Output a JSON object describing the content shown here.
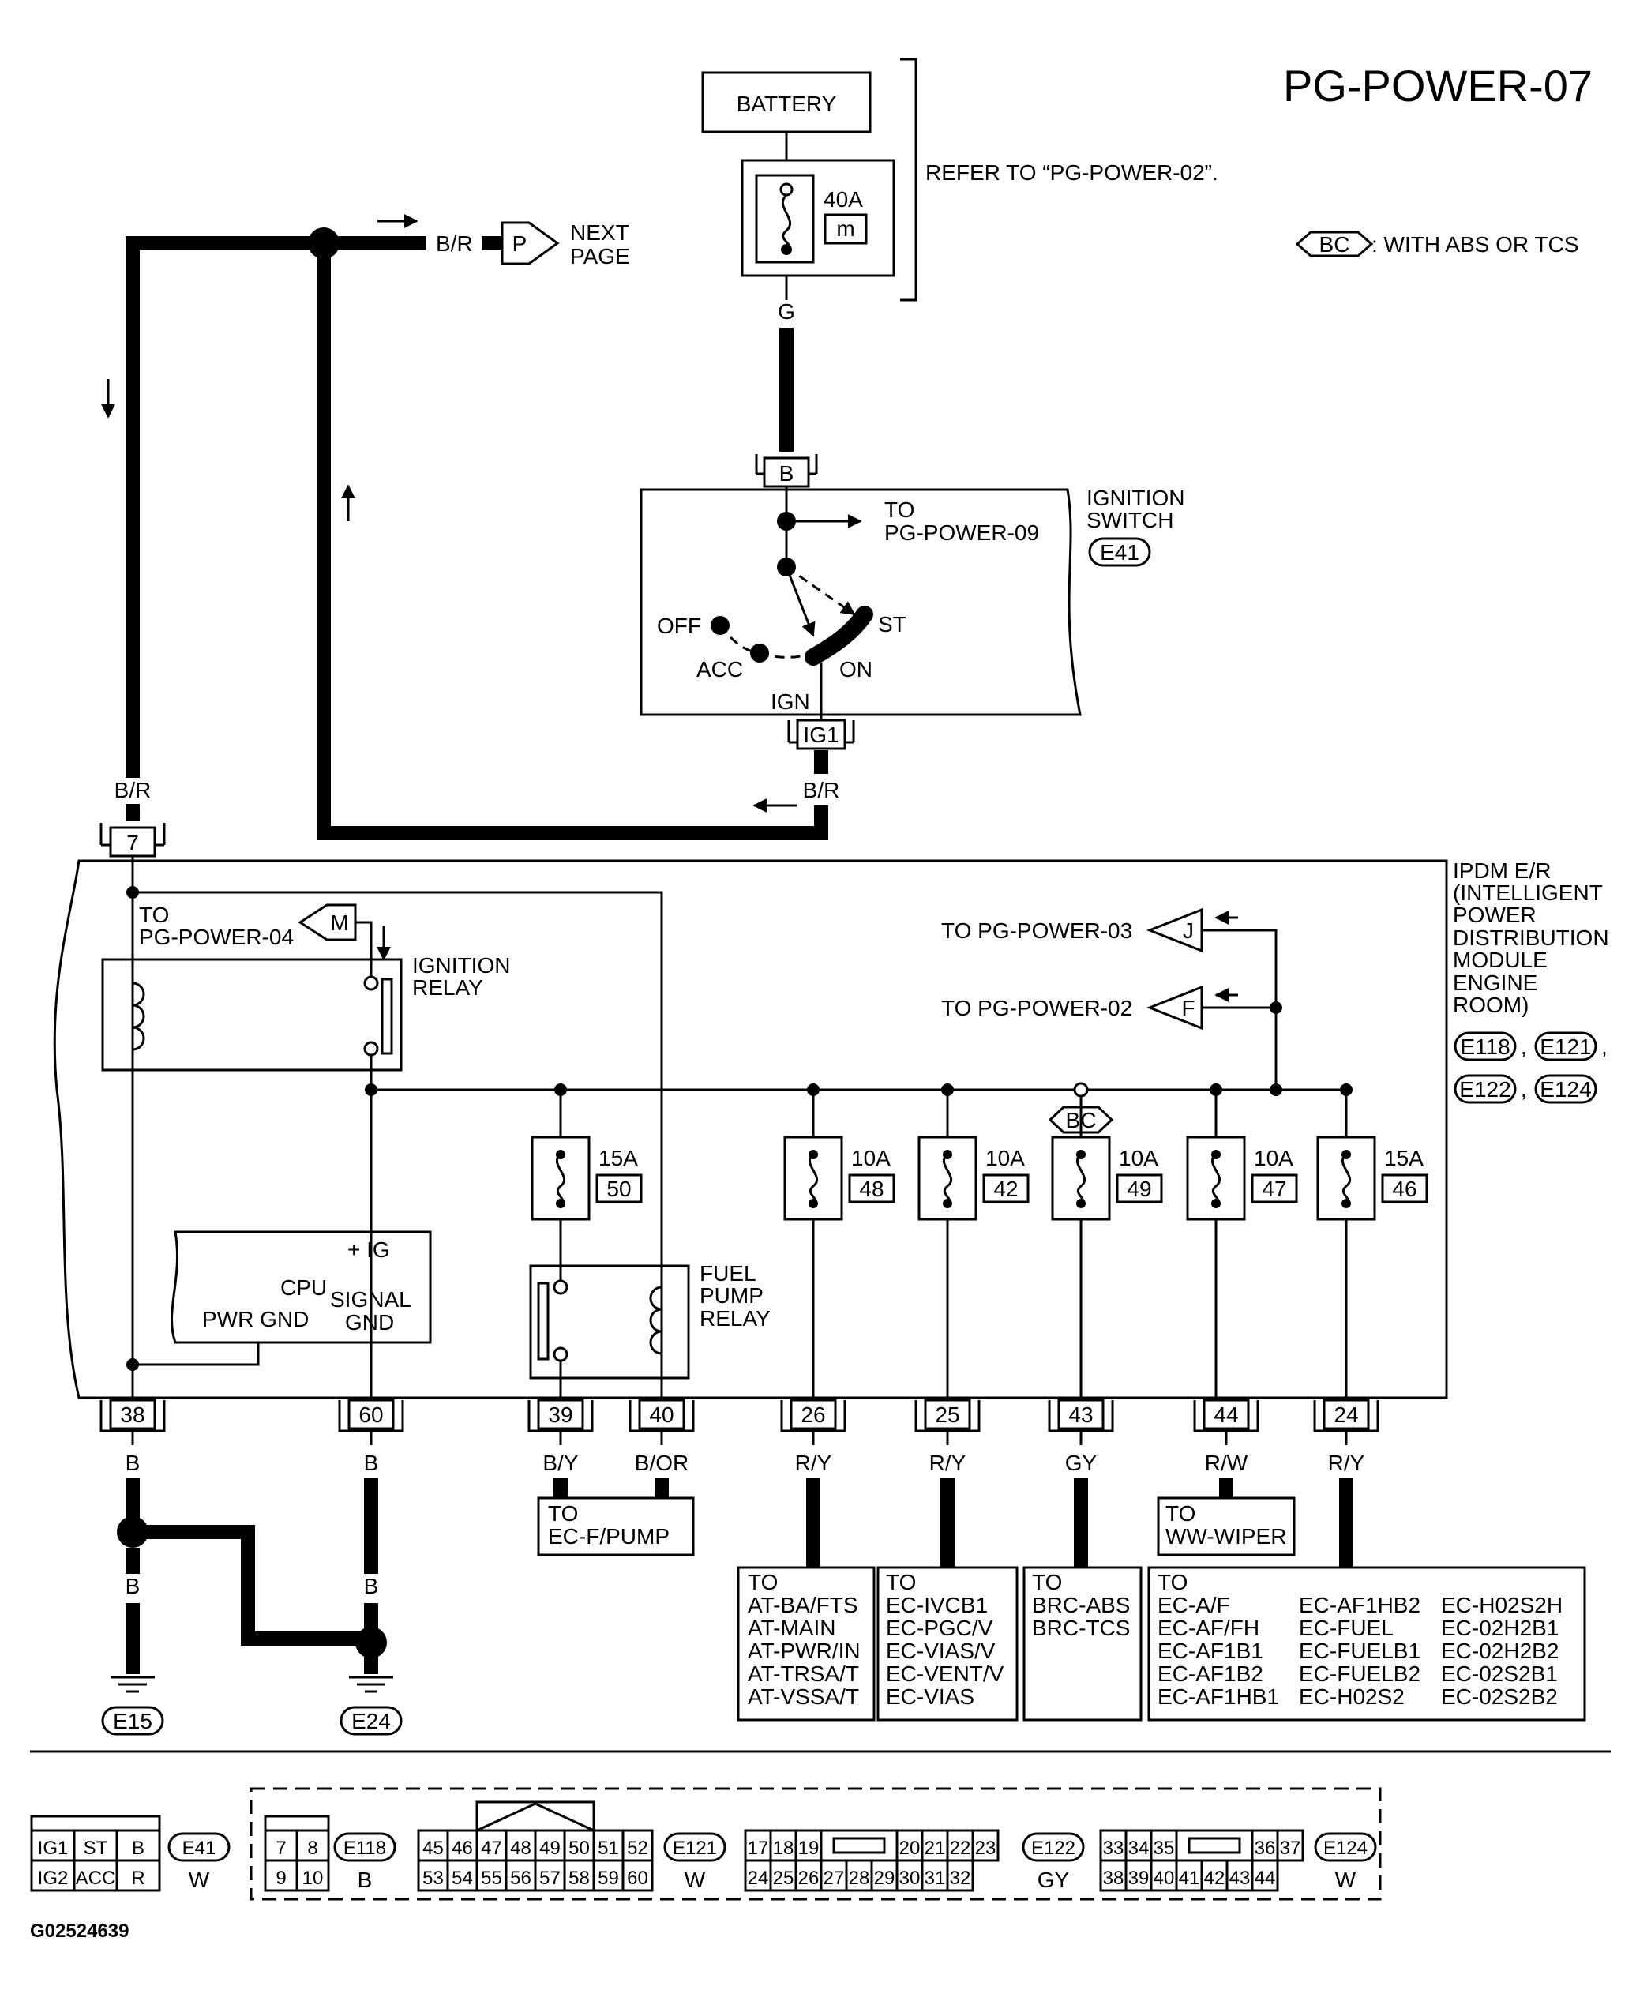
{
  "page_id": "PG-POWER-07",
  "figure_code": "G02524639",
  "battery": {
    "label": "BATTERY"
  },
  "main_fuse": {
    "amp": "40A",
    "type": "m"
  },
  "refer_note": "REFER TO “PG-POWER-02”.",
  "abs_legend": {
    "symbol": "BC",
    "text": ": WITH ABS OR TCS"
  },
  "next_page": {
    "wire": "B/R",
    "connector": "P",
    "line1": "NEXT",
    "line2": "PAGE"
  },
  "ignition_switch": {
    "title_l1": "IGNITION",
    "title_l2": "SWITCH",
    "connector": "E41",
    "terminal_top": "B",
    "terminal_bottom": "IG1",
    "to_l1": "TO",
    "to_l2": "PG-POWER-09",
    "off": "OFF",
    "acc": "ACC",
    "on": "ON",
    "st": "ST",
    "ign": "IGN"
  },
  "wires": {
    "g": "G",
    "br_left": "B/R",
    "br_right": "B/R"
  },
  "ipdm": {
    "title": [
      "IPDM E/R",
      "(INTELLIGENT",
      "POWER",
      "DISTRIBUTION",
      "MODULE",
      "ENGINE",
      "ROOM)"
    ],
    "connectors": [
      "E118",
      "E121",
      "E122",
      "E124"
    ],
    "comma": ","
  },
  "ignition_relay": {
    "l1": "IGNITION",
    "l2": "RELAY",
    "to_l1": "TO",
    "to_l2": "PG-POWER-04",
    "connector": "M"
  },
  "cpu": {
    "plus_ig": "+ IG",
    "cpu": "CPU",
    "signal": "SIGNAL",
    "gnd": "GND",
    "pwr_gnd": "PWR GND"
  },
  "fuel_pump_relay": {
    "l1": "FUEL",
    "l2": "PUMP",
    "l3": "RELAY"
  },
  "to_j": {
    "text": "TO PG-POWER-03",
    "connector": "J"
  },
  "to_f": {
    "text": "TO PG-POWER-02",
    "connector": "F"
  },
  "fuses": [
    {
      "amp": "15A",
      "num": "50"
    },
    {
      "amp": "10A",
      "num": "48"
    },
    {
      "amp": "10A",
      "num": "42"
    },
    {
      "amp": "10A",
      "num": "49"
    },
    {
      "amp": "10A",
      "num": "47"
    },
    {
      "amp": "15A",
      "num": "46"
    }
  ],
  "bottom_terminals": [
    {
      "num": "38",
      "wire": "B"
    },
    {
      "num": "60",
      "wire": "B"
    },
    {
      "num": "39",
      "wire": "B/Y"
    },
    {
      "num": "40",
      "wire": "B/OR"
    },
    {
      "num": "26",
      "wire": "R/Y"
    },
    {
      "num": "25",
      "wire": "R/Y"
    },
    {
      "num": "43",
      "wire": "GY"
    },
    {
      "num": "44",
      "wire": "R/W"
    },
    {
      "num": "24",
      "wire": "R/Y"
    }
  ],
  "terminal_7": "7",
  "ground_wires": {
    "w1": "B",
    "w2": "B",
    "w3": "B"
  },
  "grounds": [
    "E15",
    "E24"
  ],
  "dest_fpump": {
    "l1": "TO",
    "l2": "EC-F/PUMP"
  },
  "dest_wiper": {
    "l1": "TO",
    "l2": "WW-WIPER"
  },
  "dest_at": {
    "to": "TO",
    "items": [
      "AT-BA/FTS",
      "AT-MAIN",
      "AT-PWR/IN",
      "AT-TRSA/T",
      "AT-VSSA/T"
    ]
  },
  "dest_ec1": {
    "to": "TO",
    "items": [
      "EC-IVCB1",
      "EC-PGC/V",
      "EC-VIAS/V",
      "EC-VENT/V",
      "EC-VIAS"
    ]
  },
  "dest_brc": {
    "to": "TO",
    "items": [
      "BRC-ABS",
      "BRC-TCS"
    ]
  },
  "dest_ec2": {
    "to": "TO",
    "col1": [
      "EC-A/F",
      "EC-AF/FH",
      "EC-AF1B1",
      "EC-AF1B2",
      "EC-AF1HB1"
    ],
    "col2": [
      "EC-AF1HB2",
      "EC-FUEL",
      "EC-FUELB1",
      "EC-FUELB2",
      "EC-H02S2"
    ],
    "col3": [
      "EC-H02S2H",
      "EC-02H2B1",
      "EC-02H2B2",
      "EC-02S2B1",
      "EC-02S2B2"
    ]
  },
  "conn_e41": {
    "name": "E41",
    "color": "W",
    "row1": [
      "IG1",
      "ST",
      "B"
    ],
    "row2": [
      "IG2",
      "ACC",
      "R"
    ]
  },
  "conn_e118": {
    "name": "E118",
    "color": "B",
    "row1": [
      "7",
      "8"
    ],
    "row2": [
      "9",
      "10"
    ]
  },
  "conn_e121": {
    "name": "E121",
    "color": "W",
    "row1": [
      "45",
      "46",
      "47",
      "48",
      "49",
      "50",
      "51",
      "52"
    ],
    "row2": [
      "53",
      "54",
      "55",
      "56",
      "57",
      "58",
      "59",
      "60"
    ]
  },
  "conn_e122": {
    "name": "E122",
    "color": "GY",
    "row1": [
      "17",
      "18",
      "19",
      "20",
      "21",
      "22",
      "23"
    ],
    "row2": [
      "24",
      "25",
      "26",
      "27",
      "28",
      "29",
      "30",
      "31",
      "32"
    ]
  },
  "conn_e124": {
    "name": "E124",
    "color": "W",
    "row1": [
      "33",
      "34",
      "35",
      "36",
      "37"
    ],
    "row2": [
      "38",
      "39",
      "40",
      "41",
      "42",
      "43",
      "44"
    ]
  }
}
